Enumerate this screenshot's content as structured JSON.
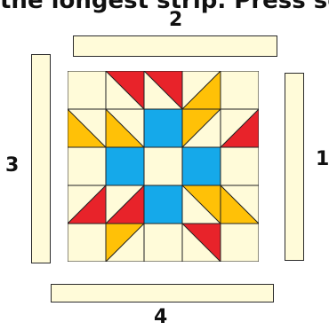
{
  "instruction_text": "the longest strip. Press se",
  "strip_labels": {
    "top": "2",
    "right": "1",
    "left": "3",
    "bottom": "4"
  },
  "colors": {
    "cream": "#fffbd9",
    "red": "#e8232a",
    "gold": "#ffc107",
    "blue": "#15a9ea",
    "outline": "#222222"
  },
  "quilt_grid": [
    [
      "C",
      "Rt",
      "Rt",
      "Gt",
      "C"
    ],
    [
      "Gt",
      "Gt",
      "B",
      "Gt",
      "Rt"
    ],
    [
      "C",
      "B",
      "C",
      "B",
      "C"
    ],
    [
      "Rt",
      "Rt",
      "B",
      "Gt",
      "Gt"
    ],
    [
      "C",
      "Gt",
      "C",
      "Rt",
      "C"
    ]
  ]
}
